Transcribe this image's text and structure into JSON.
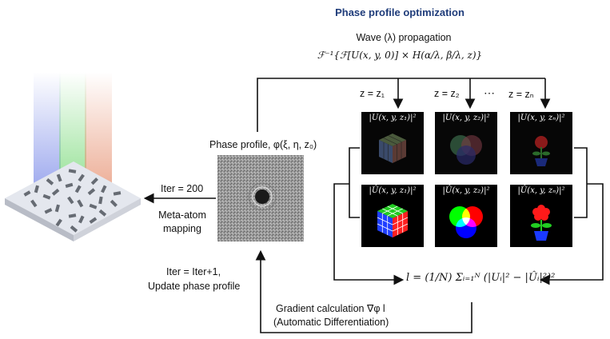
{
  "title": "Phase profile optimization",
  "propagation": {
    "label": "Wave (λ) propagation",
    "formula": "ℱ⁻¹{ℱ[U(x, y, 0)] × H(α/λ, β/λ, z)}"
  },
  "planes": {
    "z1": "z = z₁",
    "z2": "z = z₂",
    "dots": "⋯",
    "zn": "z = zₙ"
  },
  "panels": {
    "top": [
      "|U(x, y, z₁)|²",
      "|U(x, y, z₂)|²",
      "|U(x, y, zₙ)|²"
    ],
    "bottom": [
      "|Û(x, y, z₁)|²",
      "|Û(x, y, z₂)|²",
      "|Û(x, y, zₙ)|²"
    ]
  },
  "phase_profile": {
    "label": "Phase profile, φ(ξ, η, z₀)"
  },
  "iteration": {
    "final": "Iter = 200",
    "mapping_line1": "Meta-atom",
    "mapping_line2": "mapping",
    "update_line1": "Iter = Iter+1,",
    "update_line2": "Update phase profile"
  },
  "loss": {
    "formula": "l = (1/N) Σᵢ₌₁ᴺ (|Uᵢ|² − |Ûᵢ|²)²"
  },
  "gradient": {
    "line1": "Gradient calculation ∇φ l",
    "line2": "(Automatic Differentiation)"
  },
  "colors": {
    "title": "#1f3c7a",
    "arrow": "#111111"
  }
}
